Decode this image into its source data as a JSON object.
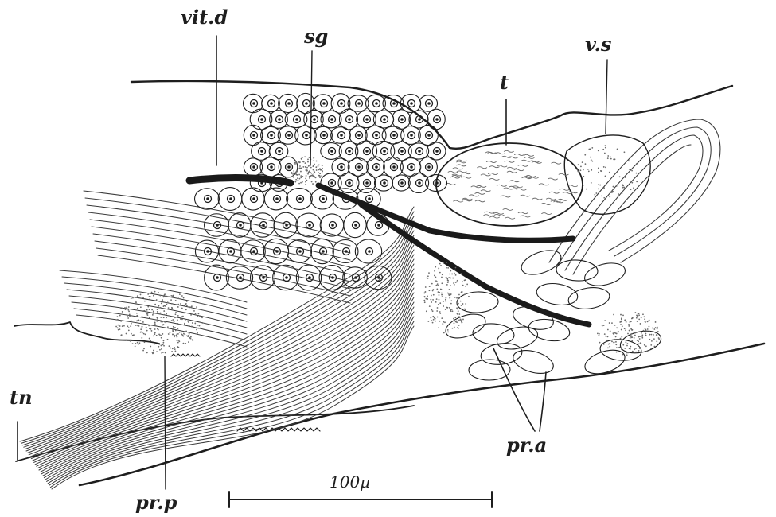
{
  "labels": {
    "vit_d": "vit.d",
    "sg": "sg",
    "t": "t",
    "v_s": "v.s",
    "tn": "tn",
    "pr_p": "pr.p",
    "pr_a": "pr.a"
  },
  "scale_bar": {
    "label": "100μ",
    "length_um": 100
  },
  "colors": {
    "ink": "#1e1e1e",
    "stipple": "#6a6a6a",
    "background": "#ffffff"
  }
}
